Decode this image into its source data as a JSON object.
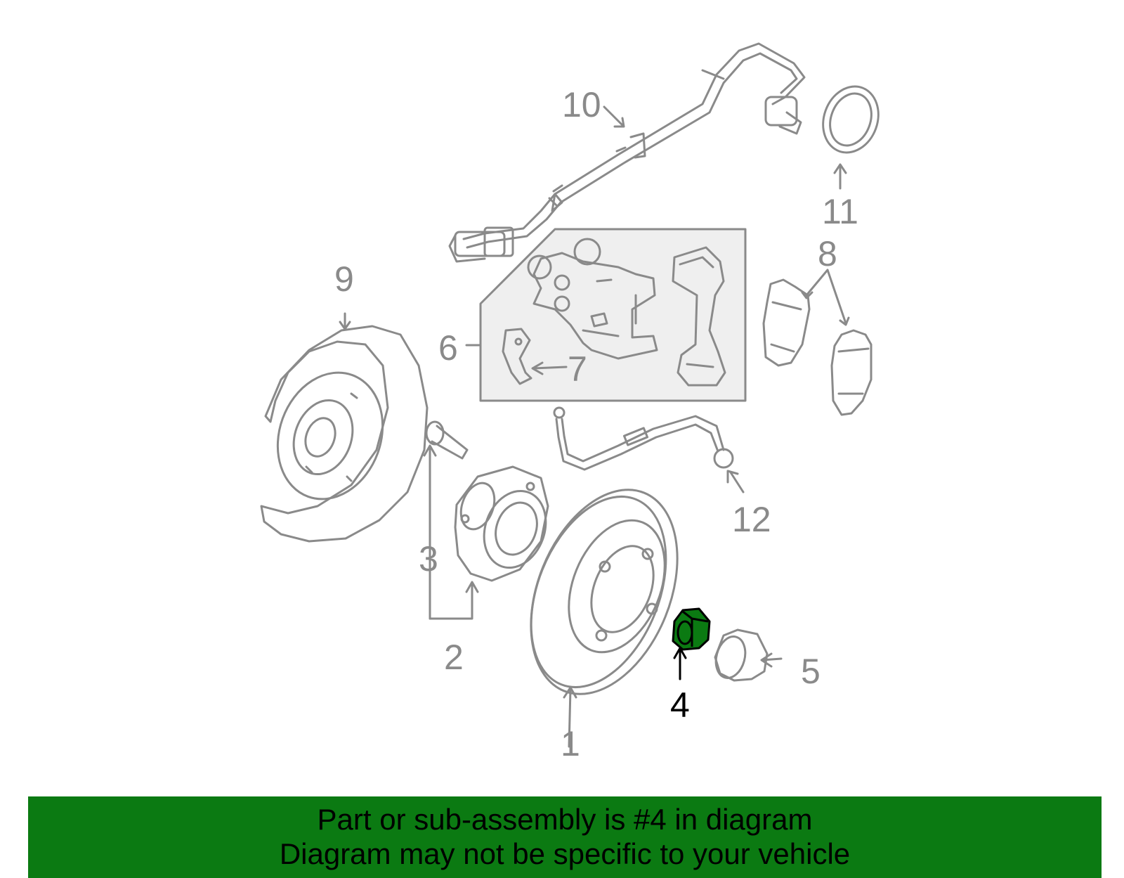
{
  "diagram": {
    "callouts": [
      {
        "id": "1",
        "label": "1"
      },
      {
        "id": "2",
        "label": "2"
      },
      {
        "id": "3",
        "label": "3"
      },
      {
        "id": "4",
        "label": "4"
      },
      {
        "id": "5",
        "label": "5"
      },
      {
        "id": "6",
        "label": "6"
      },
      {
        "id": "7",
        "label": "7"
      },
      {
        "id": "8",
        "label": "8"
      },
      {
        "id": "9",
        "label": "9"
      },
      {
        "id": "10",
        "label": "10"
      },
      {
        "id": "11",
        "label": "11"
      },
      {
        "id": "12",
        "label": "12"
      }
    ],
    "highlighted_part": "4",
    "colors": {
      "line": "#8a8a8a",
      "highlight": "#0b7a12",
      "banner": "#0b7a12",
      "panel": "#efefef"
    }
  },
  "banner": {
    "line1": "Part or sub-assembly is #4 in diagram",
    "line2": "Diagram may not be specific to your vehicle"
  }
}
